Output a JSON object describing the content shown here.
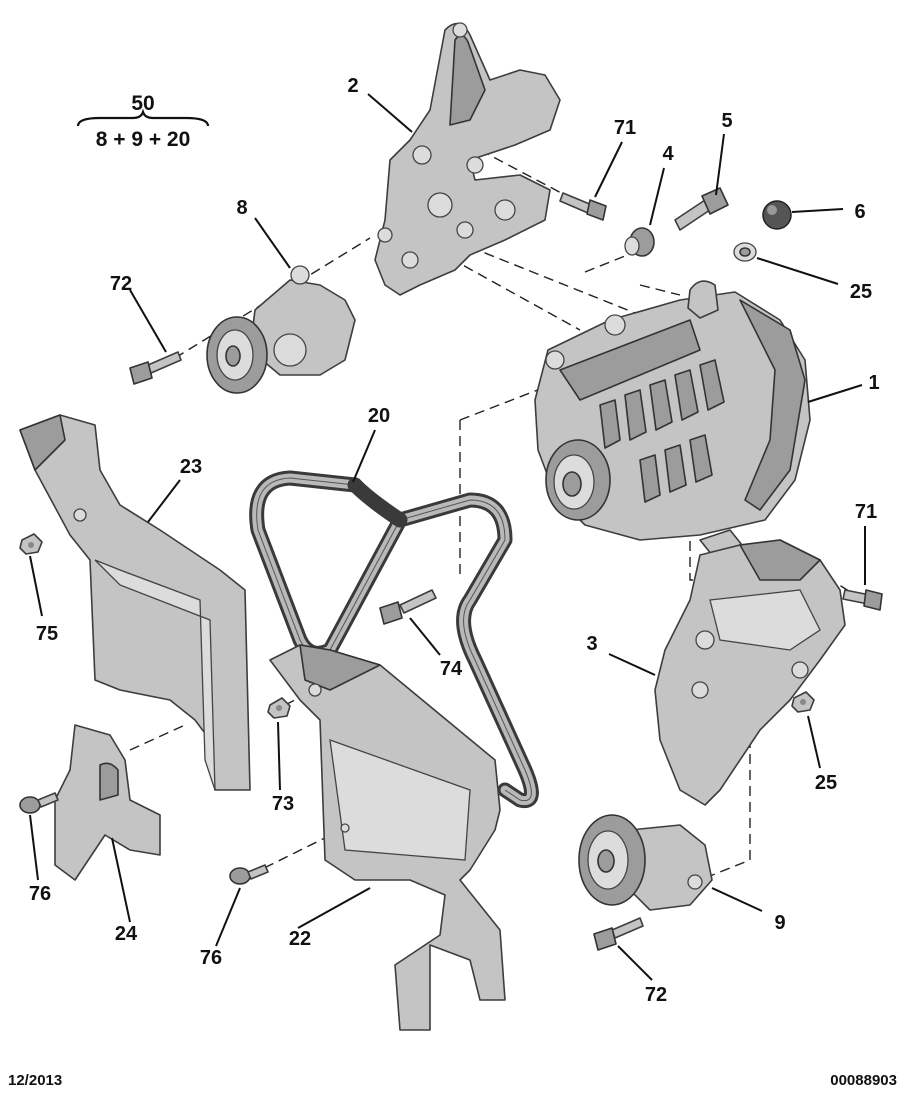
{
  "formula": {
    "assembly_number": "50",
    "components": "8 + 9 + 20"
  },
  "callouts": [
    {
      "id": "alternator",
      "label": "1"
    },
    {
      "id": "upper-bracket",
      "label": "2"
    },
    {
      "id": "lower-bracket",
      "label": "3"
    },
    {
      "id": "spacer",
      "label": "4"
    },
    {
      "id": "stud",
      "label": "5"
    },
    {
      "id": "cap",
      "label": "6"
    },
    {
      "id": "upper-tensioner",
      "label": "8"
    },
    {
      "id": "lower-tensioner",
      "label": "9"
    },
    {
      "id": "belt",
      "label": "20"
    },
    {
      "id": "center-shield",
      "label": "22"
    },
    {
      "id": "left-shield",
      "label": "23"
    },
    {
      "id": "small-bracket",
      "label": "24"
    },
    {
      "id": "nut-top",
      "label": "25"
    },
    {
      "id": "nut-mid",
      "label": "25"
    },
    {
      "id": "bolt-71-top",
      "label": "71"
    },
    {
      "id": "bolt-71-right",
      "label": "71"
    },
    {
      "id": "bolt-72-top",
      "label": "72"
    },
    {
      "id": "bolt-72-bottom",
      "label": "72"
    },
    {
      "id": "nut-73",
      "label": "73"
    },
    {
      "id": "bolt-74",
      "label": "74"
    },
    {
      "id": "nut-75",
      "label": "75"
    },
    {
      "id": "screw-76-left",
      "label": "76"
    },
    {
      "id": "screw-76-center",
      "label": "76"
    }
  ],
  "footer": {
    "date": "12/2013",
    "reference": "00088903"
  }
}
